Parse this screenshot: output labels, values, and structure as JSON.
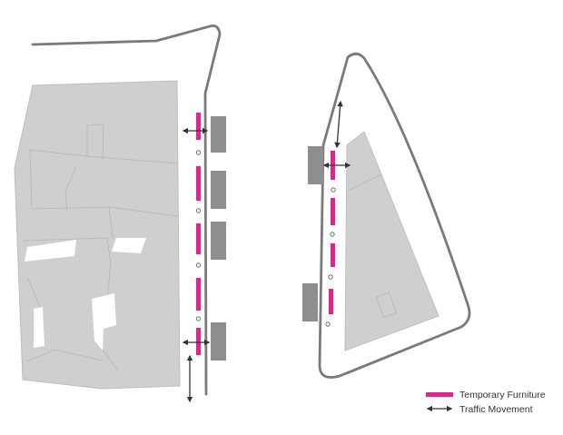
{
  "colors": {
    "background": "#ffffff",
    "building": "#cfcfcf",
    "building_edge": "#b8b8b8",
    "road_outline": "#7a7a7a",
    "parked_vehicle": "#8e8e8e",
    "temporary_furniture": "#e0248f",
    "traffic_arrow": "#333333",
    "bollard": "#555555"
  },
  "legend": {
    "items": [
      {
        "label": "Temporary Furniture",
        "swatch": "magenta-bar"
      },
      {
        "label": "Traffic Movement",
        "swatch": "double-arrow"
      }
    ]
  }
}
